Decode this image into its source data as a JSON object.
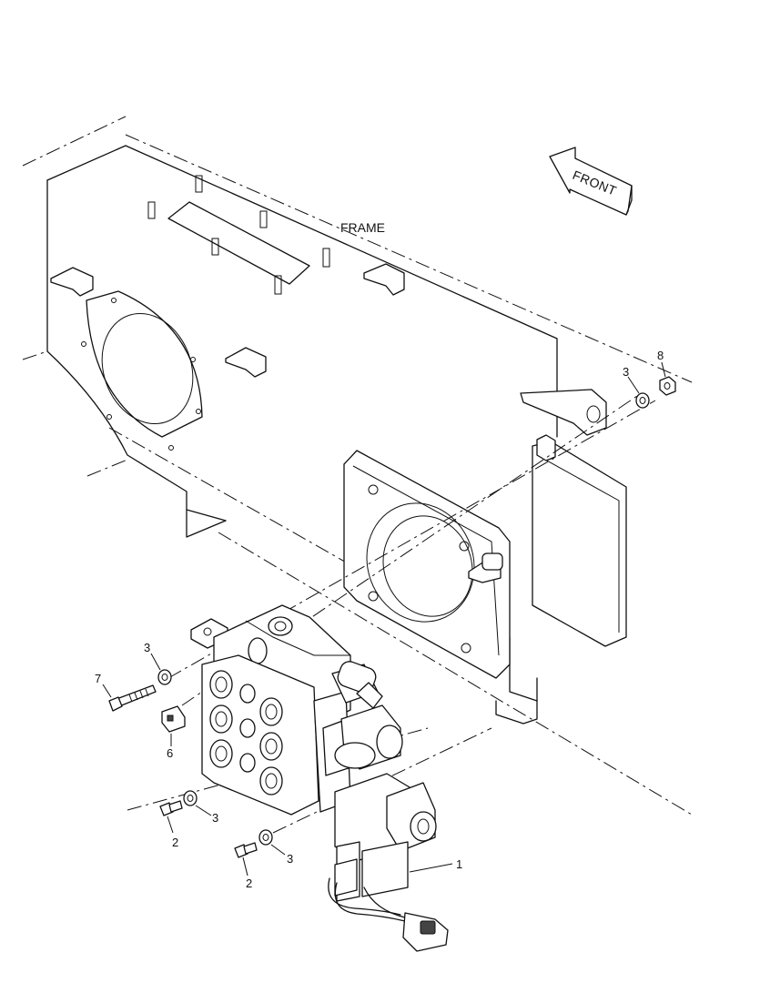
{
  "labels": {
    "frame": "FRAME",
    "front": "FRONT"
  },
  "callouts": {
    "c1": "1",
    "c2a": "2",
    "c2b": "2",
    "c3a": "3",
    "c3b": "3",
    "c3c": "3",
    "c3d": "3",
    "c6": "6",
    "c7": "7",
    "c8": "8"
  }
}
